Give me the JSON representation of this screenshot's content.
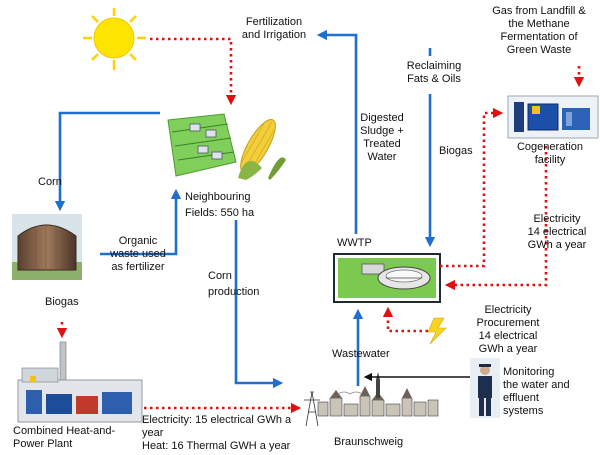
{
  "nodes": {
    "neighbouring_fields": {
      "label_line1": "Neighbouring",
      "label_line2": "Fields: 550 ha"
    },
    "cogeneration": {
      "label_line1": "Cogeneration",
      "label_line2": "facility"
    },
    "wwtp": {
      "label": "WWTP"
    },
    "braunschweig": {
      "label": "Braunschweig"
    },
    "chp": {
      "label_line1": "Combined Heat-and-",
      "label_line2": "Power Plant"
    },
    "monitoring": {
      "line1": "Monitoring",
      "line2": "the water and",
      "line3": "effluent",
      "line4": "systems"
    }
  },
  "flows": {
    "fertilization": {
      "line1": "Fertilization",
      "line2": "and Irrigation"
    },
    "reclaiming": {
      "line1": "Reclaiming",
      "line2": "Fats & Oils"
    },
    "landfill_gas": {
      "line1": "Gas from Landfill &",
      "line2": "the Methane",
      "line3": "Fermentation of",
      "line4": "Green Waste"
    },
    "digested_sludge": {
      "line1": "Digested",
      "line2": "Sludge +",
      "line3": "Treated",
      "line4": "Water"
    },
    "biogas_cogen": {
      "label": "Biogas"
    },
    "electricity_cogen": {
      "line1": "Electricity",
      "line2": "14 electrical",
      "line3": "GWh a year"
    },
    "corn": {
      "label": "Corn"
    },
    "organic_waste": {
      "line1": "Organic",
      "line2": "waste used",
      "line3": "as fertilizer"
    },
    "corn_production": {
      "line1": "Corn",
      "line2": "production"
    },
    "biogas_digester": {
      "label": "Biogas"
    },
    "electricity_procurement": {
      "line1": "Electricity",
      "line2": "Procurement",
      "line3": "14 electrical",
      "line4": "GWh a year"
    },
    "wastewater": {
      "label": "Wastewater"
    },
    "chp_output": {
      "line1": "Electricity: 15 electrical GWh a",
      "line2": "year",
      "line3": "Heat: 16 Thermal GWH a year"
    }
  },
  "colors": {
    "material_flow": "#1f6fd1",
    "energy_flow": "#e01010",
    "monitoring_flow": "#111111",
    "sun": "#ffe400"
  }
}
